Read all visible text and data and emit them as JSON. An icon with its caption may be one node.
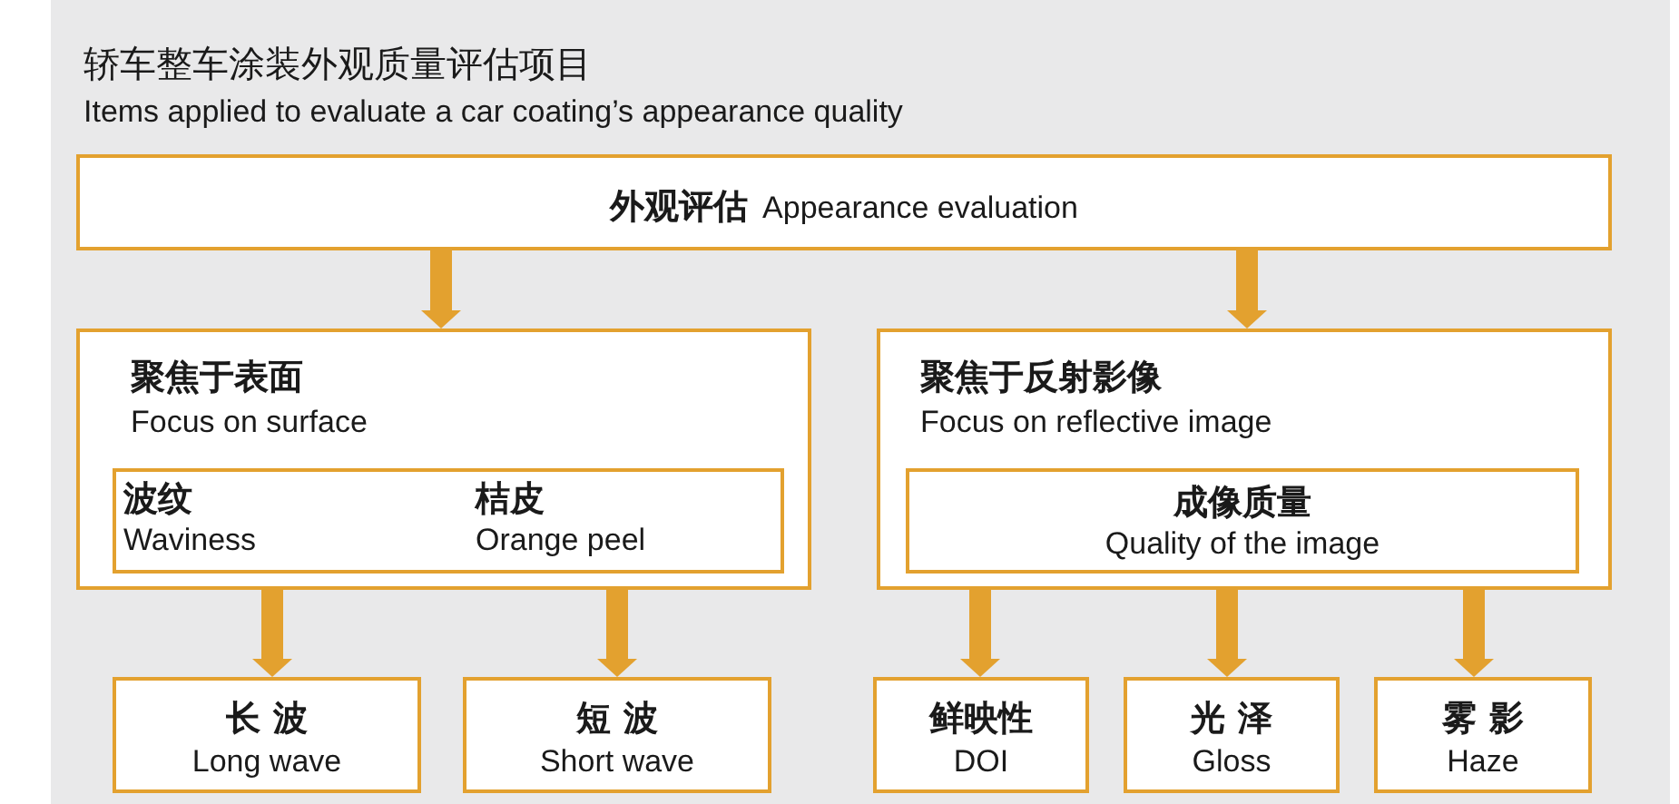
{
  "diagram": {
    "title": "轿车整车涂装外观质量评估项目",
    "labels": [
      "Items applied to evaluate a car coating’s appearance quality"
    ],
    "nodes": [
      {
        "text": [
          "外观评估",
          "Appearance evaluation"
        ]
      },
      {
        "text": [
          "聚焦于表面",
          "Focus on surface"
        ]
      },
      {
        "text": [],
        "shape": "box",
        "in": 1
      },
      {
        "text": [
          "波纹",
          "Waviness"
        ],
        "in": 2
      },
      {
        "text": [
          "桔皮",
          "Orange peel"
        ],
        "in": 2
      },
      {
        "text": [
          "长 波",
          "Long wave"
        ]
      },
      {
        "text": [
          "短 波",
          "Short wave"
        ]
      },
      {
        "text": [
          "聚焦于反射影像",
          "Focus on reflective image"
        ]
      },
      {
        "text": [
          "成像质量",
          "Quality of the image"
        ],
        "in": 7
      },
      {
        "text": [
          "鲜映性",
          "DOI"
        ]
      },
      {
        "text": [
          "光 泽",
          "Gloss"
        ]
      },
      {
        "text": [
          "雾 影",
          "Haze"
        ]
      }
    ],
    "edges": [
      {
        "from": 0,
        "to": 1,
        "arrow": "to"
      },
      {
        "from": 0,
        "to": 7,
        "arrow": "to"
      },
      {
        "from": 1,
        "to": 5,
        "arrow": "to"
      },
      {
        "from": 1,
        "to": 6,
        "arrow": "to"
      },
      {
        "from": 7,
        "to": 9,
        "arrow": "to"
      },
      {
        "from": 7,
        "to": 10,
        "arrow": "to"
      },
      {
        "from": 7,
        "to": 11,
        "arrow": "to"
      }
    ]
  }
}
